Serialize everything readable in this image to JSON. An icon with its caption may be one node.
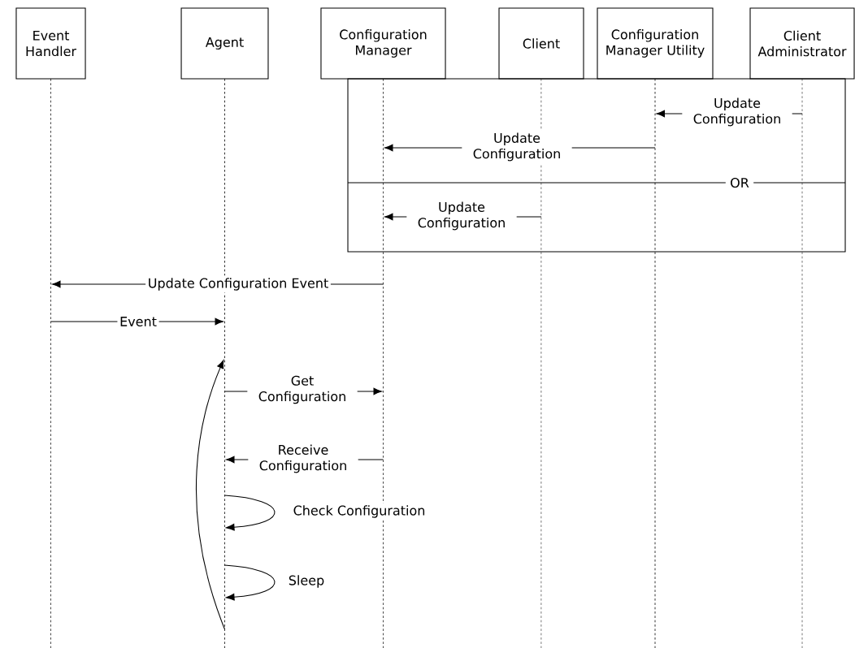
{
  "diagram": {
    "nodes": [
      {
        "text": [
          "Event Handler"
        ]
      },
      {
        "text": [
          "Agent"
        ]
      },
      {
        "text": [
          "Configuration Manager"
        ]
      },
      {
        "text": [
          "Client"
        ]
      },
      {
        "text": [
          "Configuration Manager Utility"
        ]
      },
      {
        "text": [
          "Client Administrator"
        ]
      },
      {
        "text": [],
        "shape": "line"
      },
      {
        "text": [],
        "shape": "line"
      },
      {
        "text": [],
        "shape": "line"
      },
      {
        "text": [],
        "shape": "line"
      },
      {
        "text": [],
        "shape": "line"
      },
      {
        "text": [],
        "shape": "line"
      }
    ],
    "labels": [
      "OR"
    ],
    "edges": [
      {
        "from": 11,
        "to": 10,
        "arrow": "to",
        "label": "Update Configuration"
      },
      {
        "from": 10,
        "to": 8,
        "arrow": "to",
        "label": "Update Configuration"
      },
      {
        "from": 9,
        "to": 8,
        "arrow": "to",
        "label": "Update Configuration"
      },
      {
        "from": 8,
        "to": 6,
        "arrow": "to",
        "label": "Update Configuration Event"
      },
      {
        "from": 6,
        "to": 7,
        "arrow": "to",
        "label": "Event"
      },
      {
        "from": 7,
        "to": 8,
        "arrow": "to",
        "label": "Get Configuration"
      },
      {
        "from": 8,
        "to": 7,
        "arrow": "to",
        "label": "Receive Configuration"
      },
      {
        "from": 7,
        "to": 7,
        "arrow": "to",
        "label": "Check Configuration"
      },
      {
        "from": 7,
        "to": 7,
        "arrow": "to",
        "label": "Sleep"
      },
      {
        "from": 7,
        "to": 7,
        "arrow": "to"
      }
    ]
  }
}
